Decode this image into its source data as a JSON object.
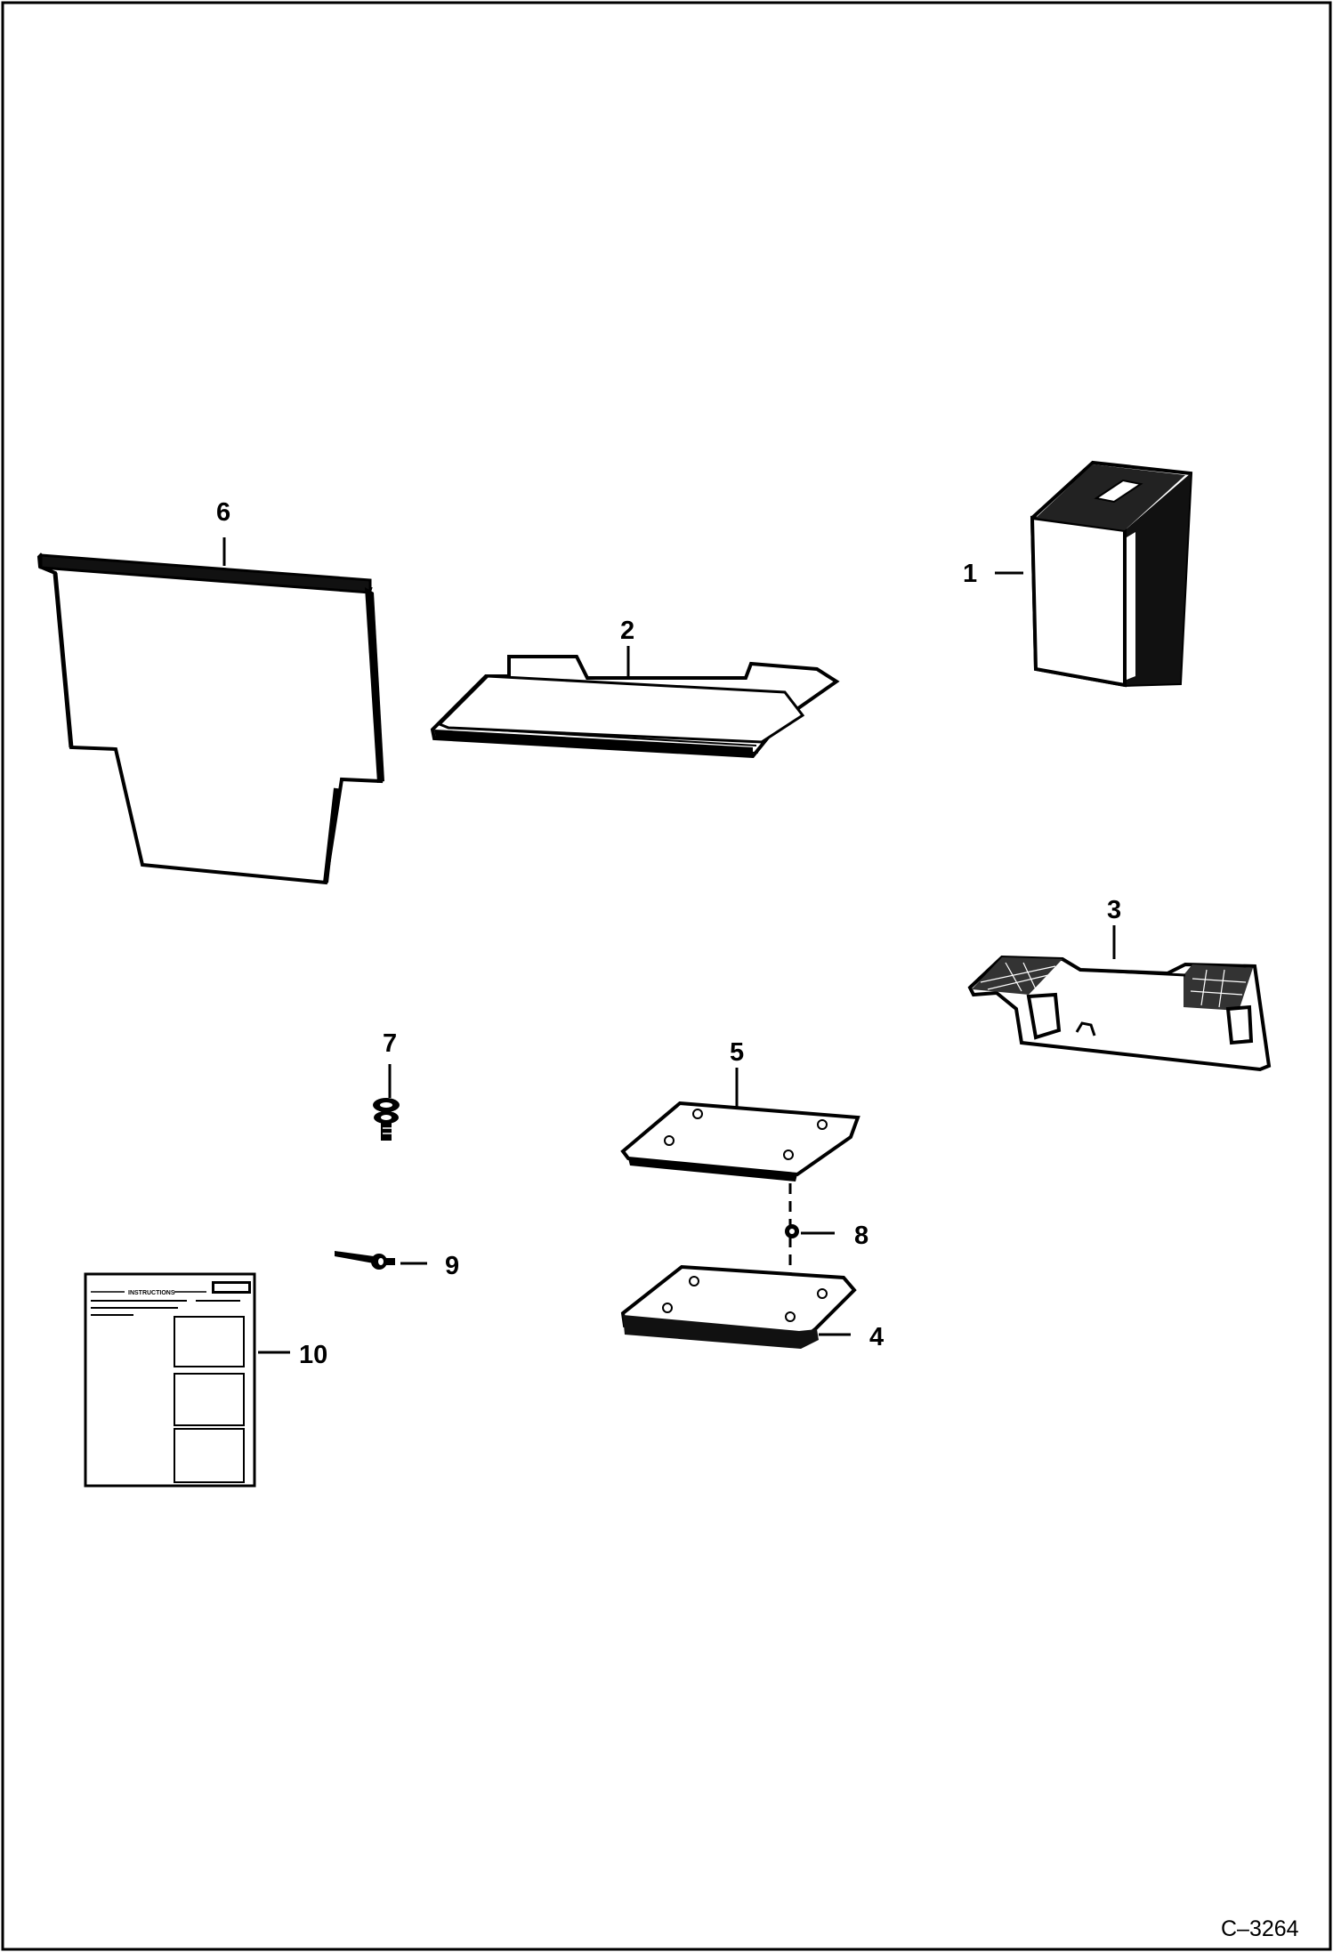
{
  "diagram": {
    "figure_id": "C–3264",
    "callouts": {
      "p1": "1",
      "p2": "2",
      "p3": "3",
      "p4": "4",
      "p5": "5",
      "p6": "6",
      "p7": "7",
      "p8": "8",
      "p9": "9",
      "p10": "10"
    },
    "decal_header": "INSTRUCTIONS"
  }
}
